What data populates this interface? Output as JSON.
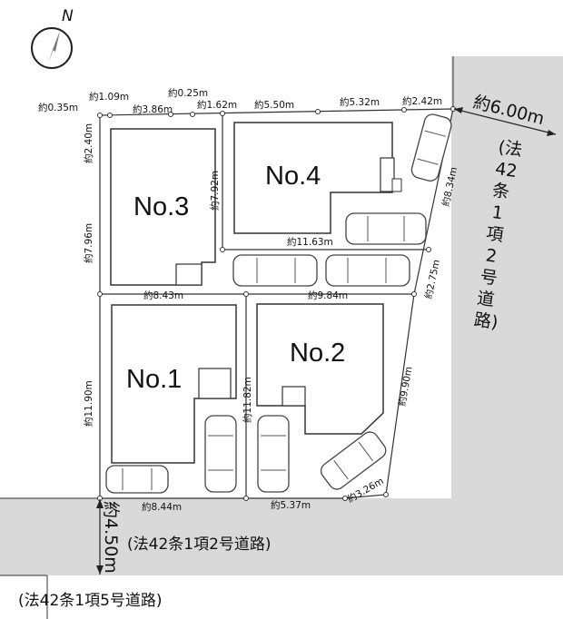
{
  "compass": {
    "label": "N"
  },
  "lots": [
    {
      "id": "lot-3",
      "label": "No.3"
    },
    {
      "id": "lot-4",
      "label": "No.4"
    },
    {
      "id": "lot-1",
      "label": "No.1"
    },
    {
      "id": "lot-2",
      "label": "No.2"
    }
  ],
  "dimensions": {
    "top_035": "約0.35m",
    "top_109": "約1.09m",
    "top_386": "約3.86m",
    "top_025": "約0.25m",
    "top_162": "約1.62m",
    "top_550": "約5.50m",
    "top_532": "約5.32m",
    "top_242": "約2.42m",
    "left_240": "約2.40m",
    "left_796": "約7.96m",
    "mid_792": "約7.92m",
    "mid_1163": "約11.63m",
    "mid_843": "約8.43m",
    "mid_984": "約9.84m",
    "right_834": "約8.34m",
    "right_275": "約2.75m",
    "right_990": "約9.90m",
    "left_1190": "約11.90m",
    "mid_1182": "約11.82m",
    "bottom_844": "約8.44m",
    "bottom_537": "約5.37m",
    "bottom_326": "約3.26m"
  },
  "roads": {
    "east_width": "約6.00m",
    "east_type_chars": [
      "(法",
      "42",
      "条",
      "1",
      "項",
      "2",
      "号",
      "道",
      "路)"
    ],
    "south_width": "約4.50m",
    "south_type": "(法42条1項2号道路)",
    "west_type": "(法42条1項5号道路)"
  }
}
